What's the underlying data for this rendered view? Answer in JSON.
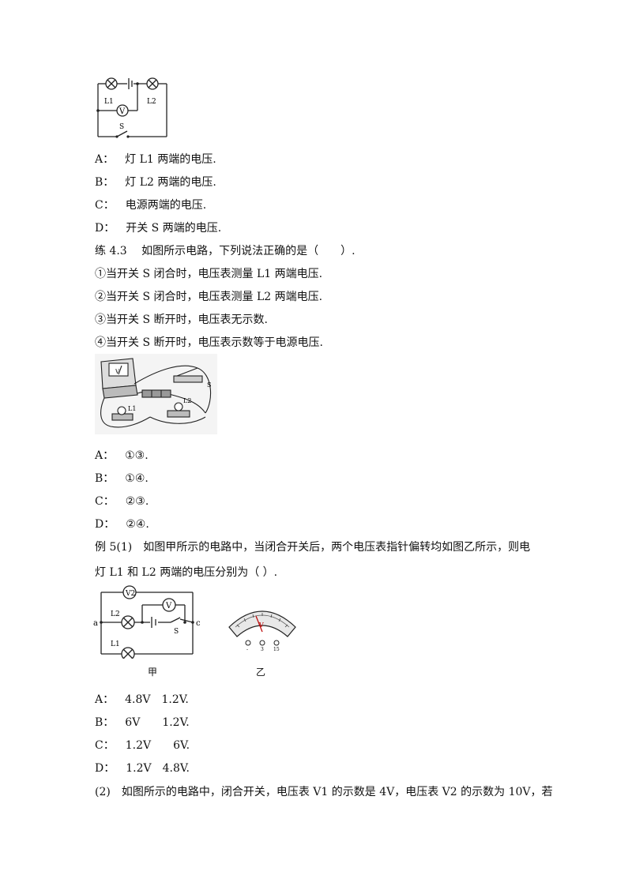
{
  "q4_2": {
    "circuit": {
      "l1": "L1",
      "l2": "L2",
      "v": "V",
      "s": "S"
    },
    "options": [
      {
        "key": "A：",
        "text": "灯 L1 两端的电压."
      },
      {
        "key": "B：",
        "text": "灯 L2 两端的电压."
      },
      {
        "key": "C：",
        "text": "电源两端的电压."
      },
      {
        "key": "D：",
        "text": "开关 S 两端的电压."
      }
    ]
  },
  "q4_3": {
    "stem": "练 4.3　 如图所示电路，下列说法正确的是（　　）.",
    "statements": [
      "①当开关 S 闭合时，电压表测量 L1 两端电压.",
      "②当开关 S 闭合时，电压表测量 L2 两端电压.",
      "③当开关 S 断开时，电压表无示数.",
      "④当开关 S 断开时，电压表示数等于电源电压."
    ],
    "photo": {
      "v": "V",
      "s": "S",
      "l1": "L1",
      "l2": "L2"
    },
    "options": [
      {
        "key": "A：",
        "text": "①③."
      },
      {
        "key": "B：",
        "text": "①④."
      },
      {
        "key": "C：",
        "text": "②③."
      },
      {
        "key": "D：",
        "text": "②④."
      }
    ]
  },
  "q5_1": {
    "stem_line1": "例 5(1)　如图甲所示的电路中，当闭合开关后，两个电压表指针偏转均如图乙所示，则电",
    "stem_line2": "灯 L1 和 L2 两端的电压分别为（ ）.",
    "fig_a": {
      "a": "a",
      "c": "c",
      "v2": "V2",
      "v": "V",
      "l2": "L2",
      "l1": "L1",
      "s": "S",
      "caption": "甲"
    },
    "fig_b": {
      "caption": "乙",
      "v": "V",
      "t1": "-",
      "t2": "3",
      "t3": "15"
    },
    "options": [
      {
        "key": "A：",
        "text": "4.8V　1.2V."
      },
      {
        "key": "B：",
        "text": "6V　　1.2V."
      },
      {
        "key": "C：",
        "text": "1.2V　　6V."
      },
      {
        "key": "D：",
        "text": "1.2V　4.8V."
      }
    ]
  },
  "q5_2": {
    "stem": "(2)　如图所示的电路中，闭合开关，电压表 V1 的示数是 4V，电压表 V2 的示数为 10V，若"
  }
}
